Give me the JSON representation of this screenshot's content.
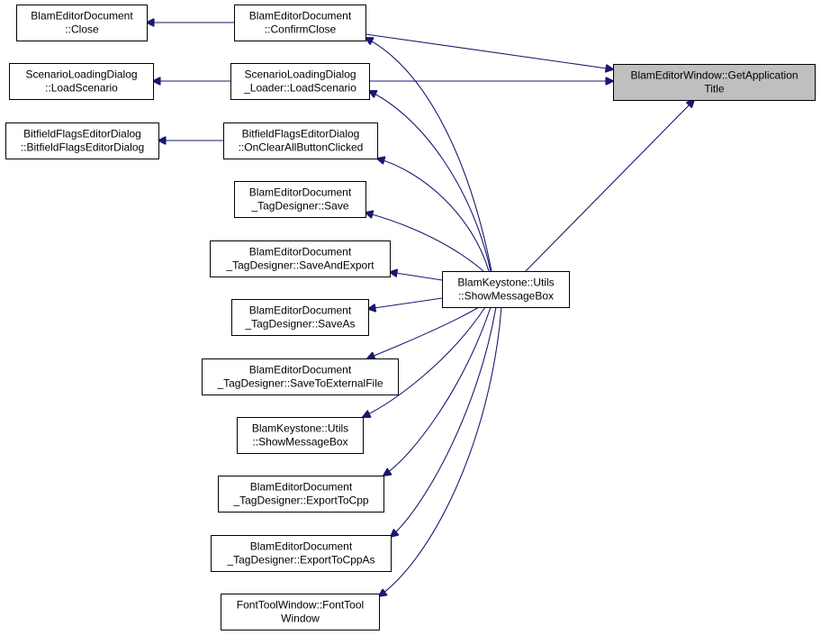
{
  "diagram": {
    "target": {
      "id": "getapptitle",
      "lines": [
        "BlamEditorWindow::GetApplication",
        "Title"
      ]
    },
    "nodes": [
      {
        "id": "close",
        "lines": [
          "BlamEditorDocument",
          "::Close"
        ]
      },
      {
        "id": "confirmclose",
        "lines": [
          "BlamEditorDocument",
          "::ConfirmClose"
        ]
      },
      {
        "id": "loadscenario_dlg",
        "lines": [
          "ScenarioLoadingDialog",
          "::LoadScenario"
        ]
      },
      {
        "id": "loadscenario_loader",
        "lines": [
          "ScenarioLoadingDialog",
          "_Loader::LoadScenario"
        ]
      },
      {
        "id": "bitfield_ctor",
        "lines": [
          "BitfieldFlagsEditorDialog",
          "::BitfieldFlagsEditorDialog"
        ]
      },
      {
        "id": "bitfield_clear",
        "lines": [
          "BitfieldFlagsEditorDialog",
          "::OnClearAllButtonClicked"
        ]
      },
      {
        "id": "td_save",
        "lines": [
          "BlamEditorDocument",
          "_TagDesigner::Save"
        ]
      },
      {
        "id": "td_saveexport",
        "lines": [
          "BlamEditorDocument",
          "_TagDesigner::SaveAndExport"
        ]
      },
      {
        "id": "td_saveas",
        "lines": [
          "BlamEditorDocument",
          "_TagDesigner::SaveAs"
        ]
      },
      {
        "id": "td_saveext",
        "lines": [
          "BlamEditorDocument",
          "_TagDesigner::SaveToExternalFile"
        ]
      },
      {
        "id": "showmsg_a",
        "lines": [
          "BlamKeystone::Utils",
          "::ShowMessageBox"
        ]
      },
      {
        "id": "td_exportcpp",
        "lines": [
          "BlamEditorDocument",
          "_TagDesigner::ExportToCpp"
        ]
      },
      {
        "id": "td_exportcppas",
        "lines": [
          "BlamEditorDocument",
          "_TagDesigner::ExportToCppAs"
        ]
      },
      {
        "id": "fonttool",
        "lines": [
          "FontToolWindow::FontTool",
          "Window"
        ]
      },
      {
        "id": "showmsg_main",
        "lines": [
          "BlamKeystone::Utils",
          "::ShowMessageBox"
        ]
      }
    ],
    "edges": [
      {
        "from": "confirmclose",
        "to": "close"
      },
      {
        "from": "confirmclose",
        "to": "getapptitle"
      },
      {
        "from": "loadscenario_loader",
        "to": "loadscenario_dlg"
      },
      {
        "from": "loadscenario_loader",
        "to": "getapptitle"
      },
      {
        "from": "bitfield_clear",
        "to": "bitfield_ctor"
      },
      {
        "from": "showmsg_main",
        "to": "getapptitle"
      },
      {
        "from": "showmsg_main",
        "to": "confirmclose"
      },
      {
        "from": "showmsg_main",
        "to": "loadscenario_loader"
      },
      {
        "from": "showmsg_main",
        "to": "bitfield_clear"
      },
      {
        "from": "showmsg_main",
        "to": "td_save"
      },
      {
        "from": "showmsg_main",
        "to": "td_saveexport"
      },
      {
        "from": "showmsg_main",
        "to": "td_saveas"
      },
      {
        "from": "showmsg_main",
        "to": "td_saveext"
      },
      {
        "from": "showmsg_main",
        "to": "showmsg_a"
      },
      {
        "from": "showmsg_main",
        "to": "td_exportcpp"
      },
      {
        "from": "showmsg_main",
        "to": "td_exportcppas"
      },
      {
        "from": "showmsg_main",
        "to": "fonttool"
      }
    ],
    "colors": {
      "edge": "#191970",
      "node_border": "#000000",
      "node_fill": "#ffffff",
      "target_fill": "#bfbfbf"
    }
  }
}
